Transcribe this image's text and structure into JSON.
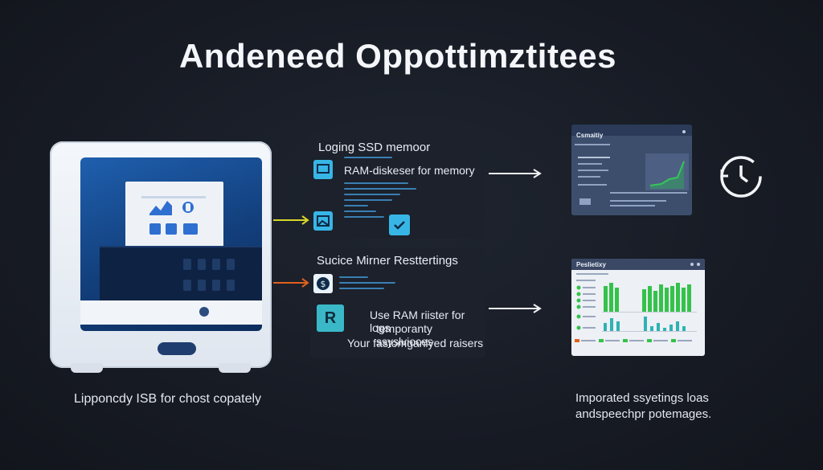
{
  "title": "Andeneed Oppottimztitees",
  "computer": {
    "caption": "Lipponcdy ISB for chost copately"
  },
  "panel_top": {
    "title": "Loging SSD memoor",
    "subtitle": "RAM-diskeser for memory"
  },
  "panel_bottom": {
    "title": "Sucice Mirner Resttertings",
    "r_icon": "R",
    "lines": [
      "Use RAM riister for logs",
      "temporanty ssyslvioces",
      "Your fastomganlyed raisers"
    ]
  },
  "shot_top": {
    "title": "Csmaitiy"
  },
  "shot_bottom": {
    "title": "Peslietixy"
  },
  "right_caption": [
    "Imporated ssyetings loas",
    "andspeechpr potemages."
  ],
  "colors": {
    "accent": "#37b6e6",
    "arrow_yellow": "#d7d62a",
    "arrow_orange": "#e0601d",
    "bar_green": "#34c24a",
    "bar_teal": "#2fb2b4"
  }
}
